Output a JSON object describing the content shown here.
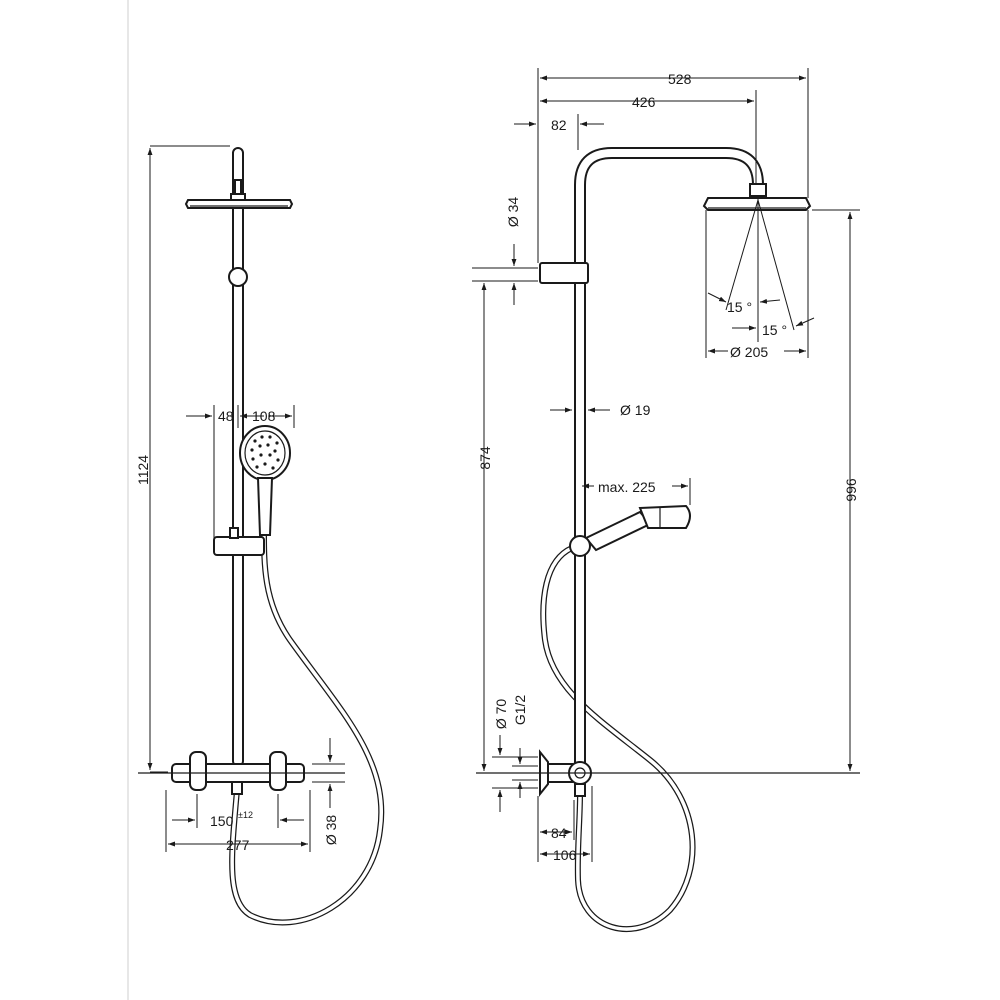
{
  "front_view": {
    "height_overall": "1124",
    "offset_bar": "48",
    "handshower_diameter": "108",
    "mixer_centres": "150",
    "mixer_centres_tolerance": "±12",
    "mixer_width": "277",
    "mixer_diameter": "Ø 38"
  },
  "side_view": {
    "projection_total": "528",
    "projection_arm": "426",
    "wall_offset": "82",
    "holder_diameter": "Ø 34",
    "bar_height": "874",
    "bar_diameter": "Ø 19",
    "handshower_reach": "max. 225",
    "spray_angle_1": "15 °",
    "spray_angle_2": "15 °",
    "headshower_diameter": "Ø 205",
    "headshower_height": "996",
    "rosette_diameter": "Ø 70",
    "thread": "G1/2",
    "rosette_depth_1": "84",
    "rosette_depth_2": "106"
  }
}
